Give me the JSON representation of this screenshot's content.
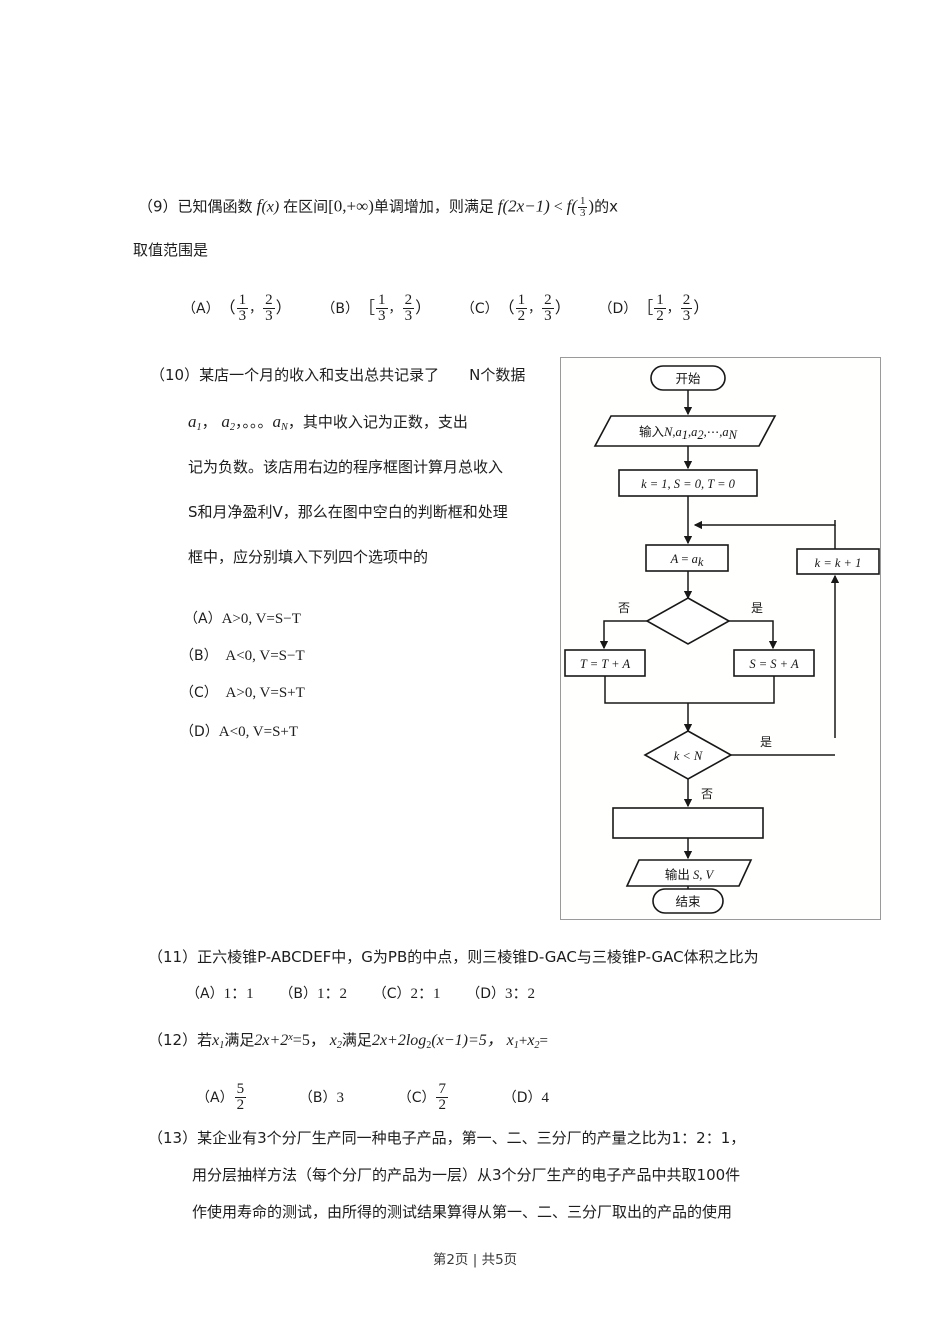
{
  "document": {
    "page_footer": "第2页 | 共5页"
  },
  "questions": [
    {
      "number": "（9）",
      "stem_line1_a": "已知偶函数",
      "stem_f": "f",
      "stem_fx": "(x)",
      "stem_line1_b": "在区间",
      "stem_interval": "[0,+∞)",
      "stem_line1_c": "单调增加，则满足",
      "stem_ineq_left": "f(2x−1)",
      "stem_lt": "<",
      "stem_ineq_right_f": "f(",
      "stem_frac_num": "1",
      "stem_frac_den": "3",
      "stem_ineq_close": ")",
      "stem_tail": "的x",
      "stem_line2": "取值范围是",
      "options": [
        {
          "label": "（A）",
          "open": "（",
          "n1": "1",
          "d1": "3",
          "comma": "，",
          "n2": "2",
          "d2": "3",
          "close": "）"
        },
        {
          "label": "（B）",
          "open": "［",
          "n1": "1",
          "d1": "3",
          "comma": "，",
          "n2": "2",
          "d2": "3",
          "close": "）"
        },
        {
          "label": "（C）",
          "open": "（",
          "n1": "1",
          "d1": "2",
          "comma": "，",
          "n2": "2",
          "d2": "3",
          "close": "）"
        },
        {
          "label": "（D）",
          "open": "［",
          "n1": "1",
          "d1": "2",
          "comma": "，",
          "n2": "2",
          "d2": "3",
          "close": "）"
        }
      ]
    },
    {
      "number": "（10）",
      "stem_lines": [
        "某店一个月的收入和支出总共记录了　　N个数据",
        "，其中收入记为正数，支出",
        "记为负数。该店用右边的程序框图计算月总收入",
        "S和月净盈利V，那么在图中空白的判断框和处理",
        "框中，应分别填入下列四个选项中的"
      ],
      "seq_a1": "a",
      "seq_a1_sub": "1",
      "seq_a2": "a",
      "seq_a2_sub": "2",
      "seq_dots": "，。。。",
      "seq_aN": "a",
      "seq_aN_sub": "N",
      "options": [
        {
          "label": "（A）",
          "text": "A>0, V=S−T"
        },
        {
          "label": "（B）",
          "text": "A<0, V=S−T"
        },
        {
          "label": "（C）",
          "text": "A>0,  V=S+T"
        },
        {
          "label": "（D）",
          "text": "A<0,  V=S+T"
        }
      ]
    },
    {
      "number": "（11）",
      "stem": "正六棱锥P-ABCDEF中，G为PB的中点，则三棱锥D-GAC与三棱锥P-GAC体积之比为",
      "options": [
        {
          "label": "（A）",
          "text": "1：1"
        },
        {
          "label": "（B）",
          "text": "1：2"
        },
        {
          "label": "（C）",
          "text": "2：1"
        },
        {
          "label": "（D）",
          "text": "3：2"
        }
      ]
    },
    {
      "number": "（12）",
      "stem_a": "若",
      "stem_x1": "x",
      "stem_x1_sub": "1",
      "stem_b": "满足",
      "stem_eq1": "2x+2",
      "stem_eq1_sup": "x",
      "stem_eq1_tail": "=5，",
      "stem_x2": "x",
      "stem_x2_sub": "2",
      "stem_c": "满足",
      "stem_eq2": "2x+2log",
      "stem_eq2_sub": "2",
      "stem_eq2_tail": "(x−1)=5，",
      "stem_sum_x1": "x",
      "stem_sum_x1_sub": "1",
      "stem_plus": "+",
      "stem_sum_x2": "x",
      "stem_sum_x2_sub": "2",
      "stem_equals": "=",
      "options": [
        {
          "label": "（A）",
          "type": "frac",
          "num": "5",
          "den": "2"
        },
        {
          "label": "（B）",
          "type": "plain",
          "text": "3"
        },
        {
          "label": "（C）",
          "type": "frac",
          "num": "7",
          "den": "2"
        },
        {
          "label": "（D）",
          "type": "plain",
          "text": "4"
        }
      ]
    },
    {
      "number": "（13）",
      "stem_lines": [
        "某企业有3个分厂生产同一种电子产品，第一、二、三分厂的产量之比为1：2：1，",
        "用分层抽样方法（每个分厂的产品为一层）从3个分厂生产的电子产品中共取100件",
        "作使用寿命的测试，由所得的测试结果算得从第一、二、三分厂取出的产品的使用"
      ]
    }
  ],
  "flowchart": {
    "nodes": {
      "start": "开始",
      "input": "输入N,a₁,a₂,…,a_N",
      "init": "k = 1, S = 0, T = 0",
      "assign_a": "A = a_k",
      "decision1": "",
      "branch_no_1": "否",
      "branch_yes_1": "是",
      "process_t": "T = T + A",
      "process_s": "S = S + A",
      "increment": "k = k + 1",
      "decision2": "k < N",
      "branch_yes_2": "是",
      "branch_no_2": "否",
      "blank_process": "",
      "output": "输出 S, V",
      "end": "结束"
    },
    "labels": {
      "input_prefix": "输入",
      "input_N": "N,",
      "input_a": "a",
      "sub1": "1",
      "sub2": "2",
      "subN": "N",
      "ellipsis": ",…,",
      "output_prefix": "输出",
      "output_vars": "S, V"
    }
  }
}
